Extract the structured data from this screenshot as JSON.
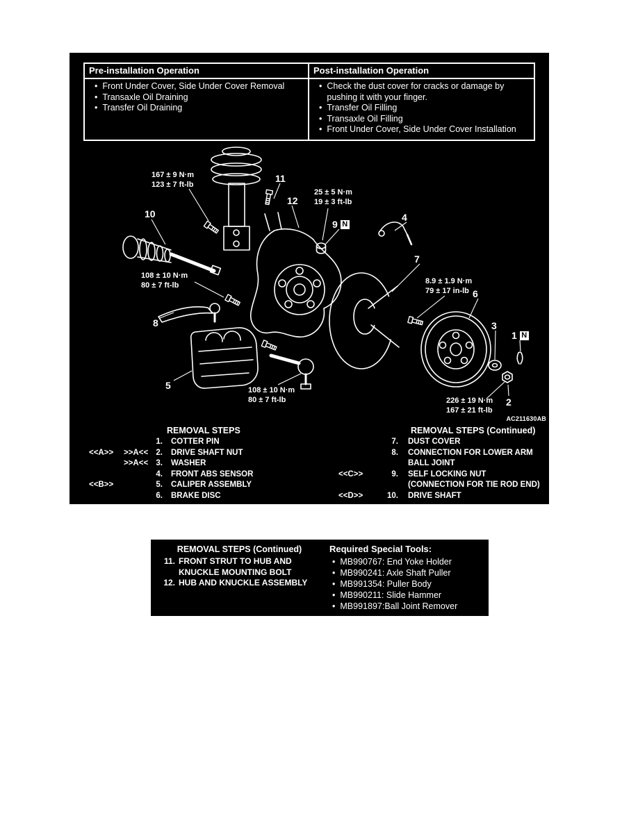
{
  "op_table": {
    "pre": {
      "title": "Pre-installation Operation",
      "items": [
        "Front Under Cover, Side Under Cover Removal",
        "Transaxle Oil Draining",
        "Transfer Oil Draining"
      ]
    },
    "post": {
      "title": "Post-installation Operation",
      "items": [
        "Check the dust cover for cracks or damage by pushing it with your finger.",
        "Transfer Oil Filling",
        "Transaxle Oil Filling",
        "Front Under Cover, Side Under Cover Installation"
      ]
    }
  },
  "diagram": {
    "code": "AC211630AB",
    "n_badge": "N",
    "torques": [
      {
        "l1": "167 ± 9 N·m",
        "l2": "123 ± 7 ft-lb"
      },
      {
        "l1": "25 ± 5 N·m",
        "l2": "19 ± 3 ft-lb"
      },
      {
        "l1": "108 ± 10 N·m",
        "l2": "80 ± 7 ft-lb"
      },
      {
        "l1": "8.9 ± 1.9 N·m",
        "l2": "79 ± 17 in-lb"
      },
      {
        "l1": "108 ± 10 N·m",
        "l2": "80 ± 7 ft-lb"
      },
      {
        "l1": "226 ± 19 N·m",
        "l2": "167 ± 21 ft-lb"
      }
    ],
    "callouts": {
      "c1": "1",
      "c2": "2",
      "c3": "3",
      "c4": "4",
      "c5": "5",
      "c6": "6",
      "c7": "7",
      "c8": "8",
      "c9": "9",
      "c10": "10",
      "c11": "11",
      "c12": "12"
    }
  },
  "steps": {
    "left": {
      "title": "REMOVAL STEPS",
      "rows": [
        {
          "m1": "",
          "m2": "",
          "num": "1.",
          "text": "COTTER PIN"
        },
        {
          "m1": "<<A>>",
          "m2": ">>A<<",
          "num": "2.",
          "text": "DRIVE SHAFT NUT"
        },
        {
          "m1": "",
          "m2": ">>A<<",
          "num": "3.",
          "text": "WASHER"
        },
        {
          "m1": "",
          "m2": "",
          "num": "4.",
          "text": "FRONT ABS SENSOR"
        },
        {
          "m1": "<<B>>",
          "m2": "",
          "num": "5.",
          "text": "CALIPER ASSEMBLY"
        },
        {
          "m1": "",
          "m2": "",
          "num": "6.",
          "text": "BRAKE DISC"
        }
      ]
    },
    "right": {
      "title": "REMOVAL STEPS (Continued)",
      "rows": [
        {
          "m1": "",
          "num": "7.",
          "text": "DUST COVER"
        },
        {
          "m1": "",
          "num": "8.",
          "text": "CONNECTION FOR LOWER ARM BALL JOINT"
        },
        {
          "m1": "<<C>>",
          "num": "9.",
          "text": "SELF LOCKING NUT (CONNECTION FOR TIE ROD END)"
        },
        {
          "m1": "<<D>>",
          "num": "10.",
          "text": "DRIVE SHAFT"
        }
      ]
    }
  },
  "continued_panel": {
    "steps_title": "REMOVAL STEPS (Continued)",
    "rows": [
      {
        "num": "11.",
        "text": "FRONT STRUT TO HUB AND KNUCKLE MOUNTING BOLT"
      },
      {
        "num": "12.",
        "text": "HUB AND KNUCKLE ASSEMBLY"
      }
    ],
    "tools_title": "Required Special Tools:",
    "tools": [
      "MB990767: End Yoke Holder",
      "MB990241: Axle Shaft Puller",
      "MB991354: Puller Body",
      "MB990211: Slide Hammer",
      "MB991897:Ball Joint Remover"
    ]
  }
}
